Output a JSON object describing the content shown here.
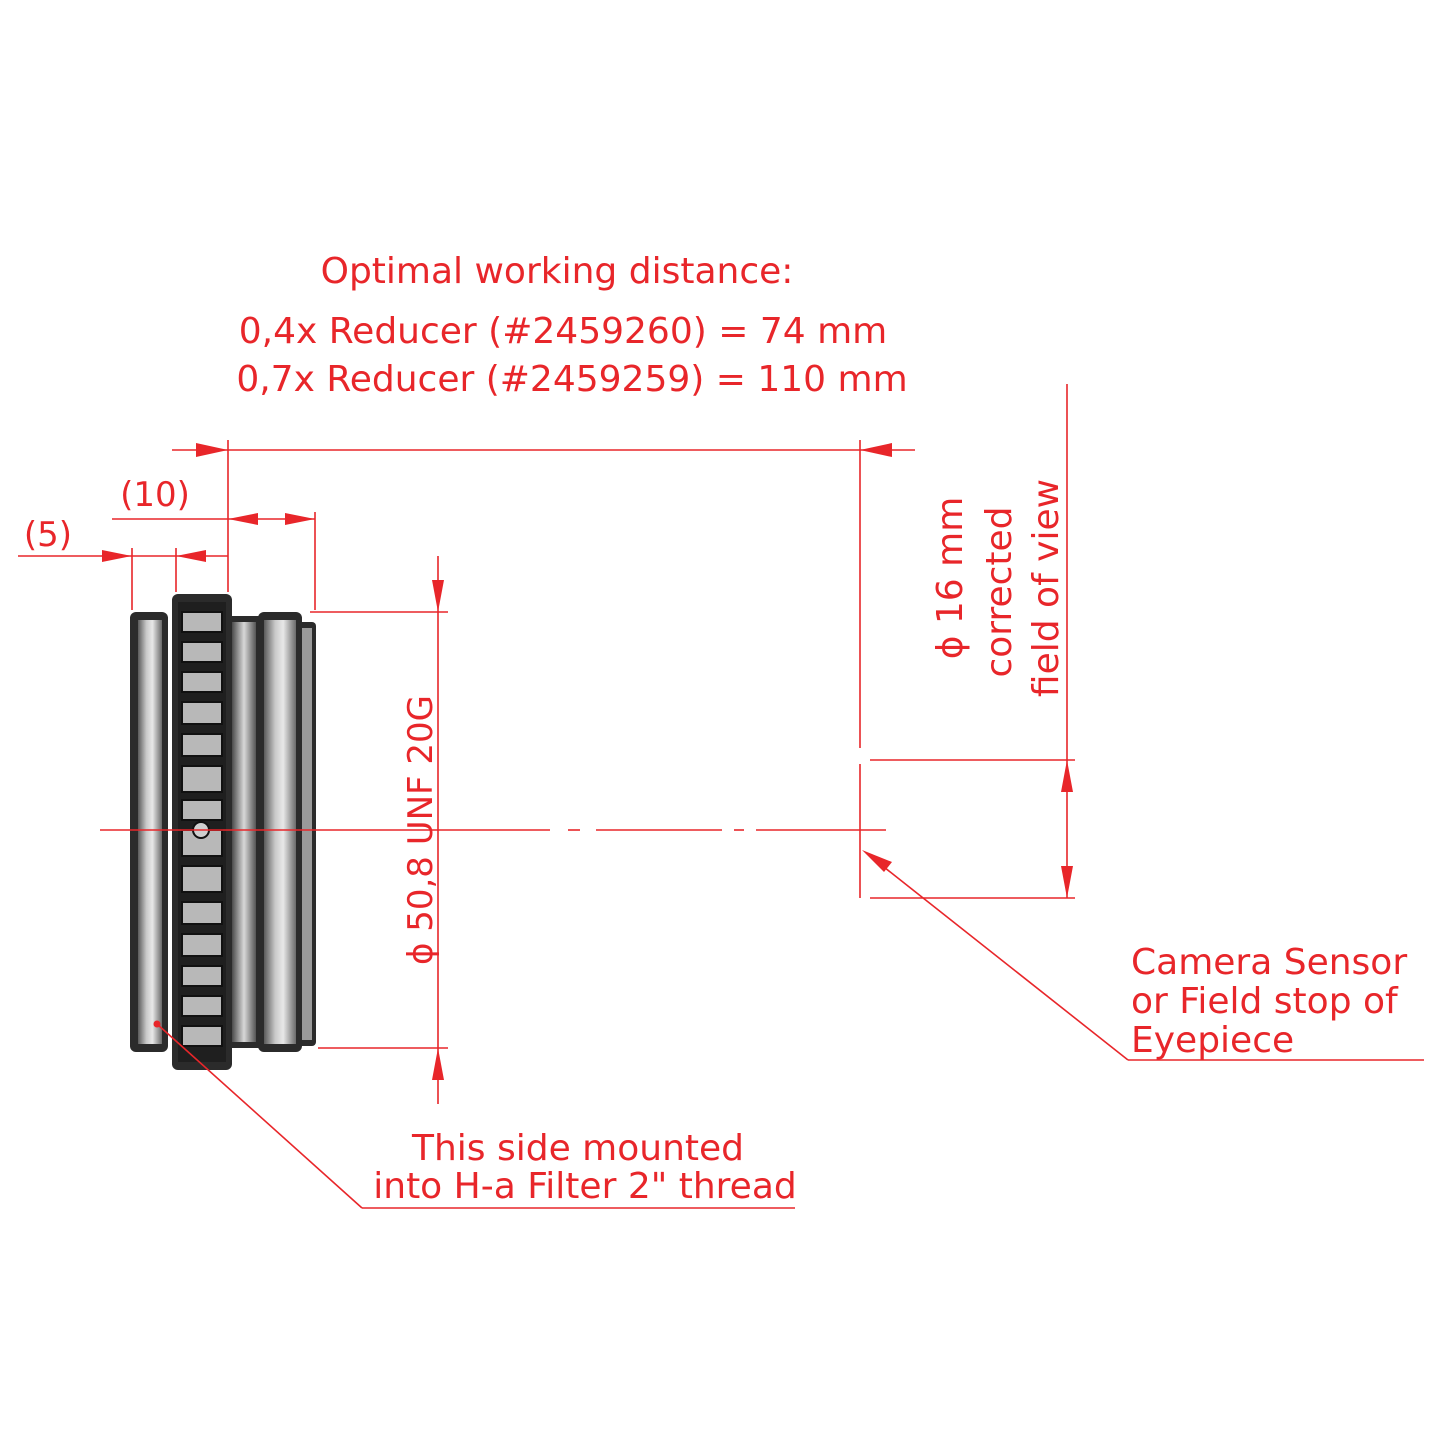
{
  "title": {
    "heading": "Optimal working distance:",
    "line1": "0,4x Reducer (#2459260) = 74 mm",
    "line2": "0,7x Reducer (#2459259) = 110 mm"
  },
  "dimensions": {
    "five": "(5)",
    "ten": "(10)",
    "thread": "ϕ 50,8 UNF  20G",
    "fov_value": "ϕ 16 mm",
    "fov_line2": "corrected",
    "fov_line3": "field of view"
  },
  "callouts": {
    "sensor_line1": "Camera Sensor",
    "sensor_line2": "or Field stop of",
    "sensor_line3": "Eyepiece",
    "mount_line1": "This side mounted",
    "mount_line2": "into H-a Filter 2\" thread"
  },
  "colors": {
    "annotation": "#e8262a",
    "part": "#2b2b2b"
  }
}
